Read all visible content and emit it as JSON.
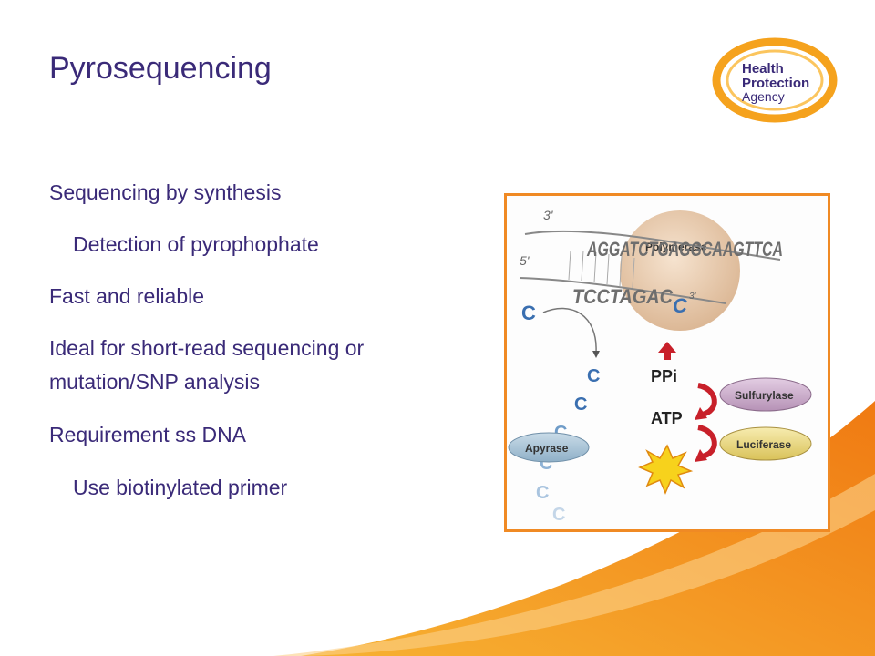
{
  "slide": {
    "title": "Pyrosequencing",
    "bullets": [
      "Sequencing by synthesis",
      "Detection of pyrophophate",
      "Fast and reliable",
      "Ideal for short-read sequencing or",
      "mutation/SNP analysis",
      "Requirement ss DNA",
      "Use biotinylated primer"
    ]
  },
  "logo": {
    "line1": "Health",
    "line2": "Protection",
    "line3": "Agency"
  },
  "figure": {
    "strand_3": "3'",
    "strand_5": "5'",
    "strand_3_right": "3'",
    "template_seq": "AGGATCTGAGGCAAGTTCA",
    "primer_seq": "TCCTAGAC",
    "added_base": "C",
    "polymerase": "Polymerase",
    "ppi": "PPi",
    "atp": "ATP",
    "sulfurylase": "Sulfurylase",
    "luciferase": "Luciferase",
    "apyrase": "Apyrase",
    "nucleotide": "C"
  },
  "colors": {
    "title_text": "#3a2a78",
    "accent_orange": "#f08a24",
    "logo_orange": "#f5a21d",
    "arrow_red": "#c8202a"
  }
}
